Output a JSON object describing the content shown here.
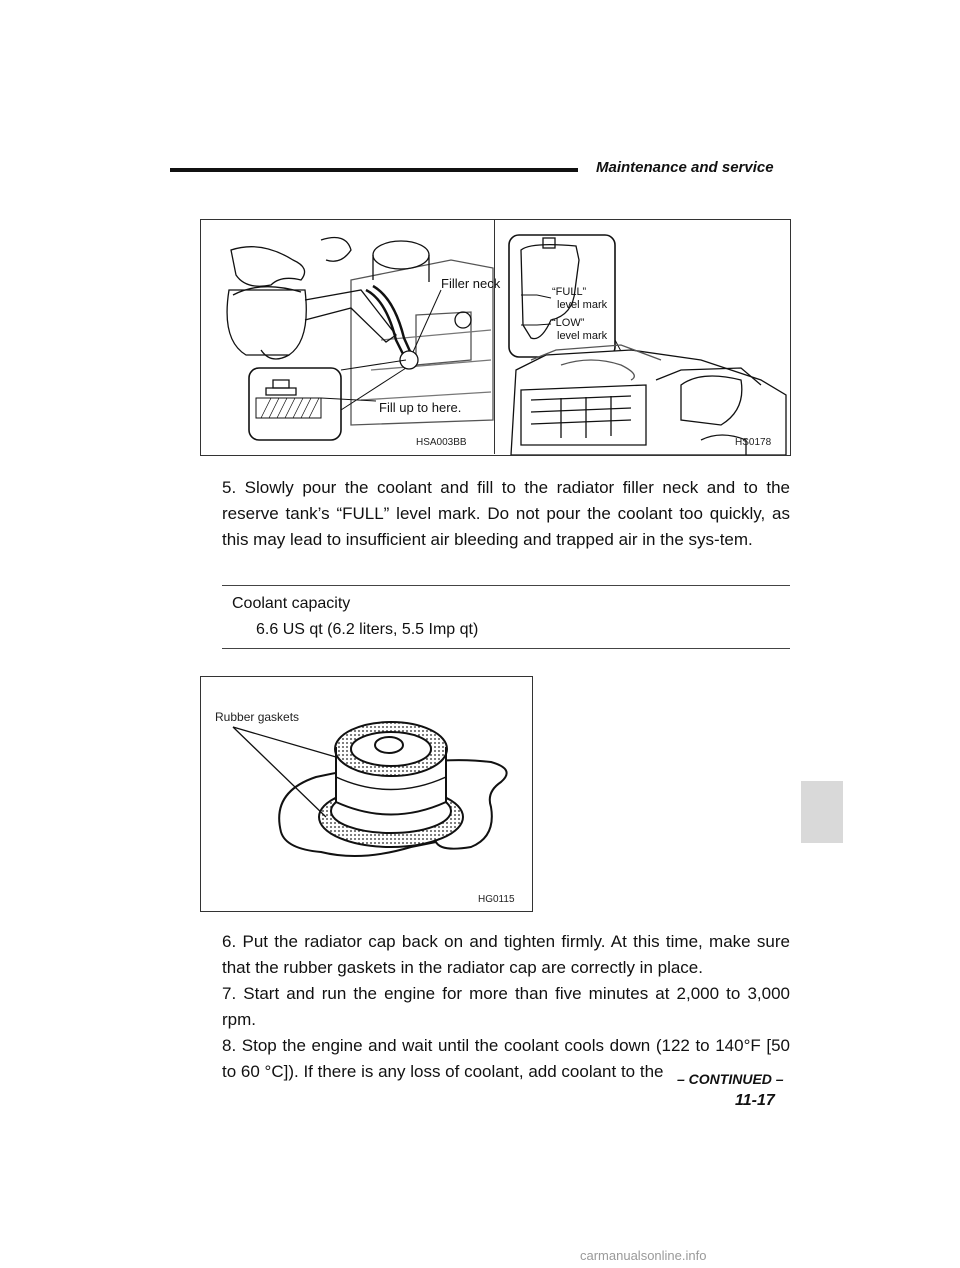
{
  "header": {
    "section_title": "Maintenance and service"
  },
  "figure1": {
    "left_callouts": {
      "filler_neck": "Filler neck",
      "fill_up": "Fill up to here."
    },
    "left_code": "HSA003BB",
    "right_callouts": {
      "full_mark": "“FULL”",
      "full_mark_2": "level mark",
      "low_mark": "“LOW”",
      "low_mark_2": "level mark"
    },
    "right_code": "HS0178"
  },
  "step5": "5.  Slowly pour the coolant and fill to the radiator filler neck and to the reserve tank’s “FULL” level mark. Do not pour the coolant too quickly, as this may lead to insufficient air bleeding and trapped air in the sys-tem.",
  "spec": {
    "label": "Coolant capacity",
    "value": "6.6 US qt (6.2 liters, 5.5 Imp qt)"
  },
  "figure2": {
    "label": "Rubber gaskets",
    "code": "HG0115"
  },
  "steps": [
    "6.  Put the radiator cap back on and tighten firmly. At this time, make sure that the rubber gaskets in the radiator cap are correctly in place.",
    "7.  Start and run the engine for more than five minutes at 2,000 to 3,000 rpm.",
    "8.  Stop the engine and wait until the coolant cools down (122 to 140°F [50 to 60 °C]). If there is any loss of coolant, add coolant to the"
  ],
  "footer": {
    "continued": "– CONTINUED –",
    "page_number": "11-17"
  },
  "watermark": "carmanualsonline.info"
}
